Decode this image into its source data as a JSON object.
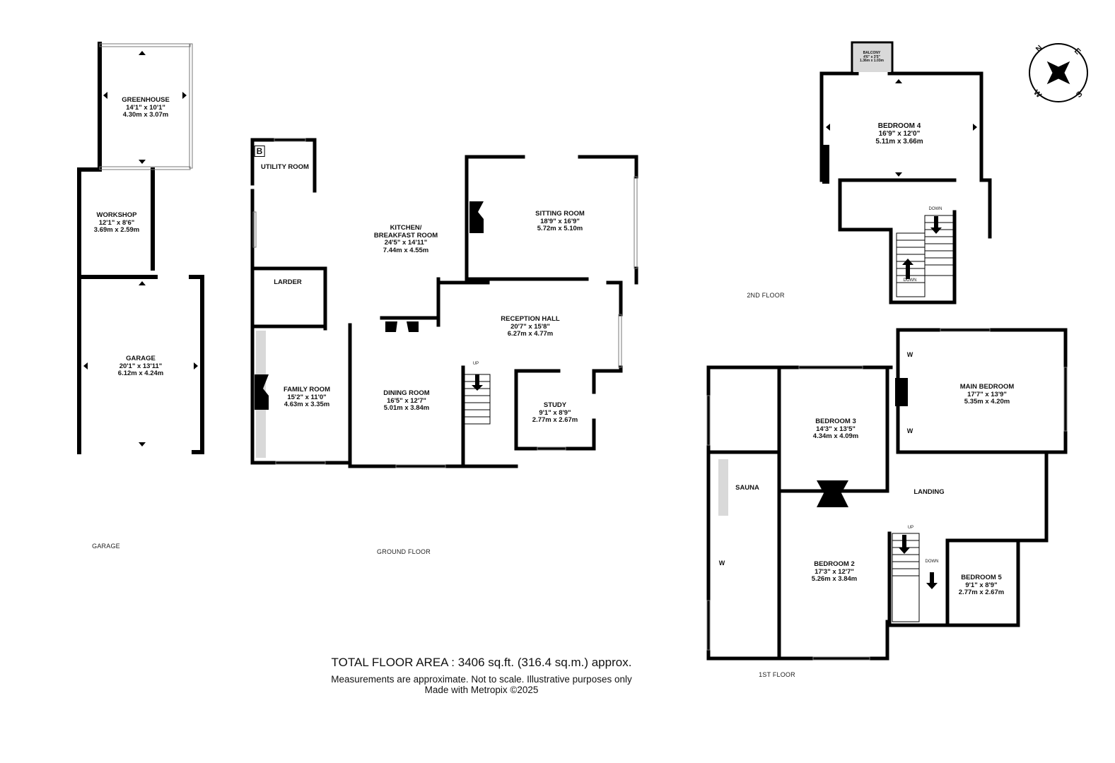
{
  "plan": {
    "wall_color": "#000000",
    "fill_shaded": "#d9d9d9",
    "glazing_color": "#888888"
  },
  "compass": {
    "icon": "compass-rose-icon",
    "letters": {
      "n": "N",
      "e": "E",
      "s": "S",
      "w": "W"
    }
  },
  "garage_block": {
    "caption": "GARAGE",
    "rooms": {
      "greenhouse": {
        "name": "GREENHOUSE",
        "imperial": "14'1\"  x 10'1\"",
        "metric": "4.30m  x 3.07m"
      },
      "workshop": {
        "name": "WORKSHOP",
        "imperial": "12'1\"  x 8'6\"",
        "metric": "3.69m  x 2.59m"
      },
      "garage": {
        "name": "GARAGE",
        "imperial": "20'1\"  x 13'11\"",
        "metric": "6.12m  x 4.24m"
      }
    }
  },
  "ground_floor": {
    "caption": "GROUND FLOOR",
    "rooms": {
      "utility": {
        "name": "UTILITY ROOM"
      },
      "kitchen": {
        "name": "KITCHEN/",
        "name2": "BREAKFAST ROOM",
        "imperial": "24'5\"  x 14'11\"",
        "metric": "7.44m  x 4.55m"
      },
      "sitting": {
        "name": "SITTING ROOM",
        "imperial": "18'9\"  x 16'9\"",
        "metric": "5.72m  x 5.10m"
      },
      "larder": {
        "name": "LARDER"
      },
      "family": {
        "name": "FAMILY ROOM",
        "imperial": "15'2\"  x 11'0\"",
        "metric": "4.63m  x 3.35m"
      },
      "dining": {
        "name": "DINING ROOM",
        "imperial": "16'5\"  x 12'7\"",
        "metric": "5.01m  x 3.84m"
      },
      "reception": {
        "name": "RECEPTION HALL",
        "imperial": "20'7\"  x 15'8\"",
        "metric": "6.27m  x 4.77m"
      },
      "study": {
        "name": "STUDY",
        "imperial": "9'1\"  x 8'9\"",
        "metric": "2.77m  x 2.67m"
      }
    },
    "boiler_label": "B",
    "stairs_label": "UP"
  },
  "second_floor": {
    "caption": "2ND FLOOR",
    "rooms": {
      "balcony": {
        "name": "BALCONY",
        "imperial": "4'6\"  x 3'5\"",
        "metric": "1.36m  x 1.03m"
      },
      "bedroom4": {
        "name": "BEDROOM 4",
        "imperial": "16'9\"  x 12'0\"",
        "metric": "5.11m  x 3.66m"
      }
    },
    "stairs_labels": [
      "DOWN",
      "DOWN"
    ]
  },
  "first_floor": {
    "caption": "1ST FLOOR",
    "rooms": {
      "bedroom3": {
        "name": "BEDROOM 3",
        "imperial": "14'3\"  x 13'5\"",
        "metric": "4.34m  x 4.09m"
      },
      "main_bedroom": {
        "name": "MAIN BEDROOM",
        "imperial": "17'7\"  x 13'9\"",
        "metric": "5.35m  x 4.20m"
      },
      "sauna": {
        "name": "SAUNA"
      },
      "landing": {
        "name": "LANDING"
      },
      "bedroom2": {
        "name": "BEDROOM 2",
        "imperial": "17'3\"  x 12'7\"",
        "metric": "5.26m  x 3.84m"
      },
      "bedroom5": {
        "name": "BEDROOM 5",
        "imperial": "9'1\"  x 8'9\"",
        "metric": "2.77m  x 2.67m"
      }
    },
    "wardrobe_label": "W",
    "stairs_labels": {
      "up": "UP",
      "down": "DOWN"
    }
  },
  "footer": {
    "total": "TOTAL FLOOR AREA : 3406 sq.ft. (316.4 sq.m.) approx.",
    "disclaimer": "Measurements are approximate.  Not to scale.  Illustrative purposes only",
    "credit": "Made with Metropix ©2025"
  }
}
